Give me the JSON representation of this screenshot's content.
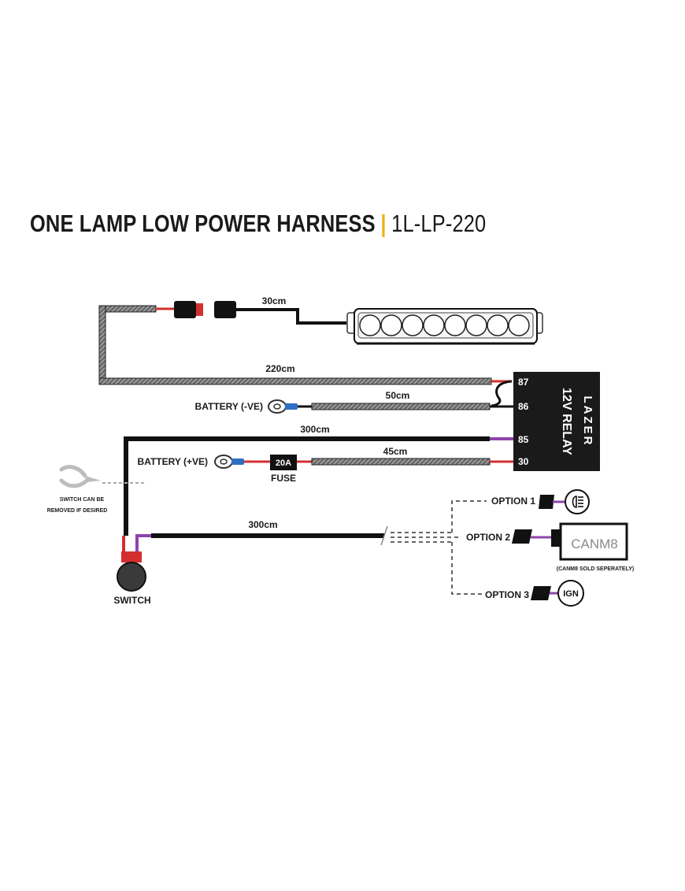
{
  "title": {
    "main": "ONE LAMP LOW POWER HARNESS",
    "separator": "|",
    "code": "1L-LP-220",
    "accent_color": "#f2b21b"
  },
  "relay": {
    "brand": "LAZER",
    "label": "12V RELAY",
    "terminals": [
      "87",
      "86",
      "85",
      "30"
    ]
  },
  "cables": {
    "lamp_lead": "30cm",
    "main_lead": "220cm",
    "ground_lead": "50cm",
    "switch_lead": "300cm",
    "power_lead": "45cm",
    "trigger_lead": "300cm"
  },
  "labels": {
    "battery_negative": "BATTERY (-VE)",
    "battery_positive": "BATTERY (+VE)",
    "fuse_rating": "20A",
    "fuse": "FUSE",
    "switch": "SWITCH",
    "switch_note_line1": "SWITCH CAN BE",
    "switch_note_line2": "REMOVED IF DESIRED"
  },
  "options": {
    "option1": "OPTION 1",
    "option2": "OPTION 2",
    "option3": "OPTION 3",
    "canm8": "CANM8",
    "canm8_note": "(CANM8 SOLD SEPERATELY)",
    "ign": "IGN",
    "option1_icon": "headlight-icon"
  },
  "colors": {
    "wire": "#111111",
    "purple": "#8e44ad",
    "red": "#d32f2f",
    "blue": "#2f6fc4",
    "relay": "#1a1a1a"
  }
}
